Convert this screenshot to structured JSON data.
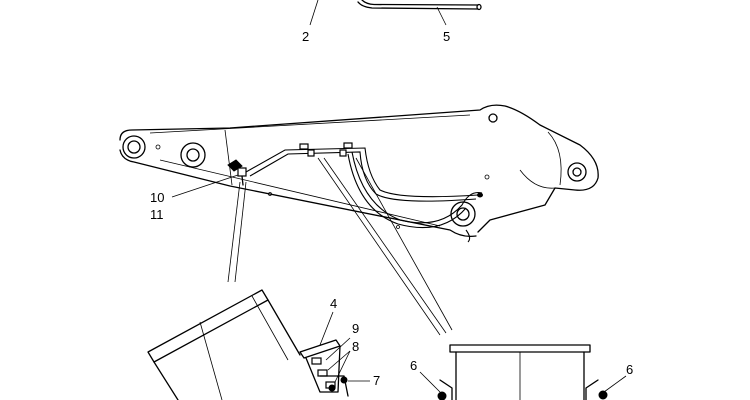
{
  "callouts": {
    "c2": "2",
    "c5": "5",
    "c10": "10",
    "c11": "11",
    "c4": "4",
    "c9": "9",
    "c8": "8",
    "c7": "7",
    "c6_left": "6",
    "c6_right": "6"
  }
}
